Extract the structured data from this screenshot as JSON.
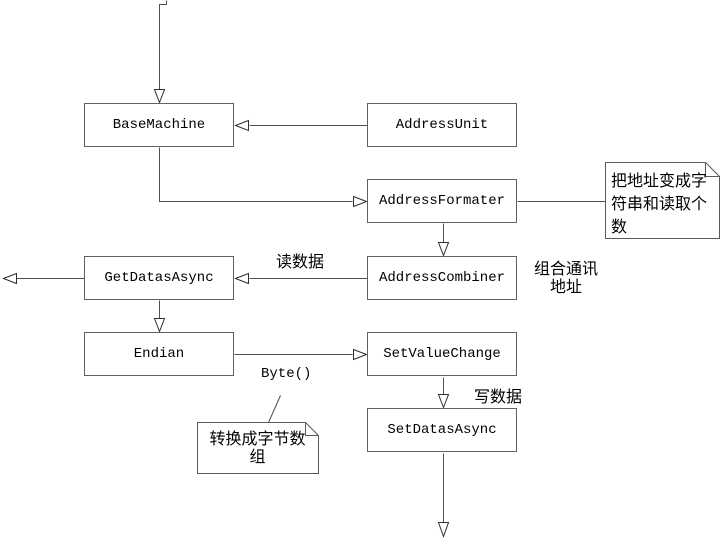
{
  "diagram": {
    "title": "address-data-flow-class-diagram",
    "colors": {
      "background": "#ffffff",
      "connector_line": "#4f4f4f",
      "box_border": "#616161",
      "text": "#000000"
    },
    "nodes": [
      {
        "label": "BaseMachine"
      },
      {
        "label": "AddressUnit"
      },
      {
        "label": "AddressFormater"
      },
      {
        "label": "GetDatasAsync"
      },
      {
        "label": "AddressCombiner"
      },
      {
        "label": "Endian"
      },
      {
        "label": "SetValueChange"
      },
      {
        "label": "SetDatasAsync"
      }
    ],
    "notes": [
      {
        "text": "把地址变成字符串和读取个数"
      },
      {
        "text": "转换成字节数组"
      }
    ],
    "edge_labels": [
      {
        "text": "读数据"
      },
      {
        "text": "Byte()"
      },
      {
        "text": "组合通讯地址"
      },
      {
        "text": "写数据"
      }
    ]
  }
}
